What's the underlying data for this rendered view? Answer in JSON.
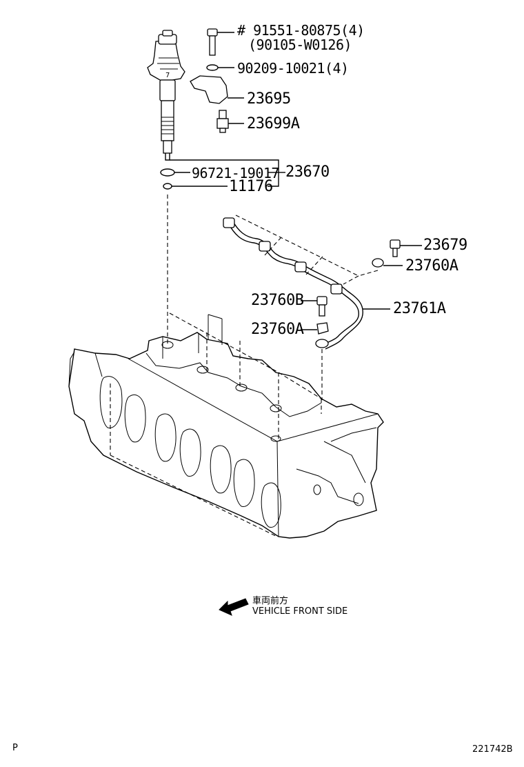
{
  "callouts": {
    "bolt_std": "# 91551-80875(4)",
    "bolt_alt": "(90105-W0126)",
    "washer": "90209-10021(4)",
    "clamp": "23695",
    "sensor": "23699A",
    "oring": "96721-19017",
    "injector_assy": "23670",
    "gasket": "11176",
    "bolt_small": "23679",
    "union_top": "23760A",
    "bolt_union": "23760B",
    "union_bottom": "23760A",
    "pipe": "23761A"
  },
  "direction": {
    "japanese": "車両前方",
    "english": "VEHICLE FRONT SIDE"
  },
  "footer": {
    "left_mark": "P",
    "figure_id": "221742B"
  }
}
